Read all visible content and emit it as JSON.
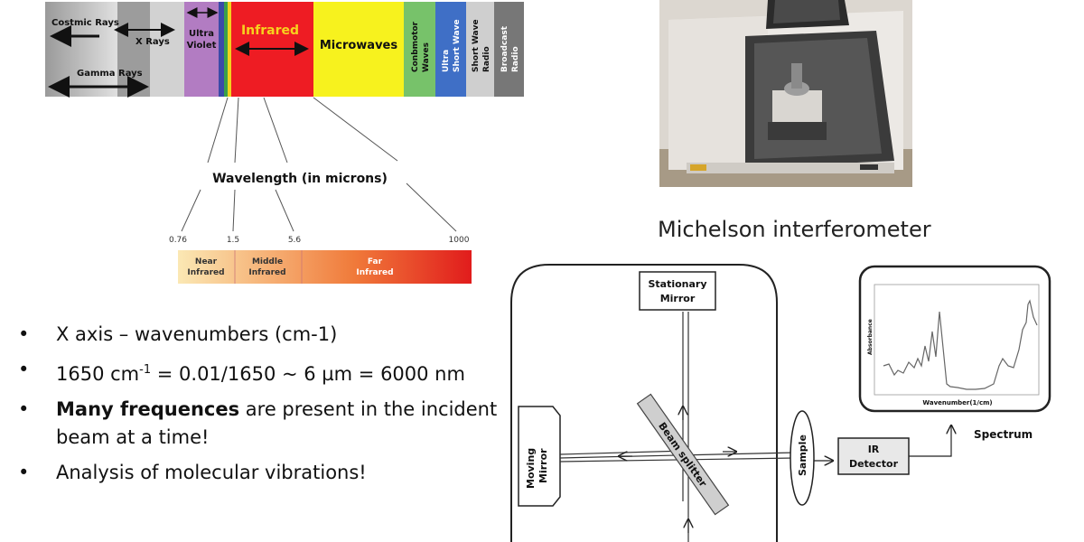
{
  "spectrum": {
    "bands": [
      "Costmic Rays",
      "X Rays",
      "Gamma Rays",
      "Ultra",
      "Violet",
      "Infrared",
      "Microwaves",
      "Conbmotor",
      "Waves",
      "Ultra",
      "Short Wave",
      "Short Wave",
      "Radio",
      "Broadcast",
      "Radio"
    ],
    "wavelength_title": "Wavelength (in microns)",
    "ticks": [
      "0.76",
      "1.5",
      "5.6",
      "1000"
    ],
    "ir_regions": [
      {
        "line1": "Near",
        "line2": "Infrared"
      },
      {
        "line1": "Middle",
        "line2": "Infrared"
      },
      {
        "line1": "Far",
        "line2": "Infrared"
      }
    ],
    "colors": {
      "infrared": "#ee1c23",
      "microwaves": "#f7f21e",
      "uv": "#b27cc2",
      "green": "#77c26a",
      "blue": "#3f6fc6"
    }
  },
  "bullets": {
    "items": [
      {
        "text": "X axis – wavenumbers (cm-1)"
      },
      {
        "pre": "1650 cm",
        "sup": "-1",
        "post": " = 0.01/1650 ~ 6 µm = 6000 nm"
      },
      {
        "bold": "Many frequences",
        "rest": " are present in the incident beam at a time!"
      },
      {
        "text": "Analysis of molecular vibrations!"
      }
    ],
    "bullet_char": "•"
  },
  "instrument": {
    "title": "Michelson interferometer"
  },
  "interferometer": {
    "stationary": [
      "Stationary",
      "Mirror"
    ],
    "moving": [
      "Moving",
      "Mirror"
    ],
    "beamsplitter": "Beam splitter",
    "sample": "Sample",
    "detector": [
      "IR",
      "Detector"
    ],
    "spectrum": "Spectrum",
    "plot_ylabel": "Absorbance",
    "plot_xlabel": "Wavenumber(1/cm)"
  }
}
